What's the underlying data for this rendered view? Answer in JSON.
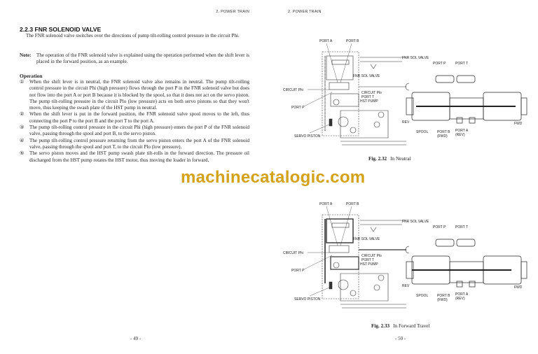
{
  "left_page": {
    "running_head": "2.  POWER TRAIN",
    "section_title": "2.2.3  FNR SOLENOID VALVE",
    "intro": "The FNR solenoid valve switches over the directions of pump tilt-rolling control pressure in the circuit Phi.",
    "note": {
      "label": "Note:",
      "text": "The operation of the FNR solenoid valve is explained using the operation performed when the shift lever is placed in the forward position, as an example."
    },
    "operation_heading": "Operation",
    "operation_steps": [
      {
        "num": "①",
        "text": "When the shift lever is in neutral, the FNR solenoid valve also remains in neutral. The pump tilt-rolling control pressure in the circuit Phi (high pressure) flows through the port P in the FNR solenoid valve but does not flow into the port A or port B because it is blocked by the spool, so that it does not act on the servo piston. The pump tilt-rolling pressure in the circuit Plo (low pressure) acts on both servo pistons so that they won't move, thus keeping the swash plate of the HST pump in neutral."
      },
      {
        "num": "②",
        "text": "When the shift lever is put in the forward position, the FNR solenoid valve spool moves to the left, thus connecting the port P to the port B and the port T to the port A."
      },
      {
        "num": "③",
        "text": "The pump tilt-rolling control pressure in the circuit Phi (high pressure) enters the port P of the FNR solenoid valve, passing through the spool and port B, to the servo piston."
      },
      {
        "num": "④",
        "text": "The pump tilt-rolling control pressure returning from the servo piston enters the port A of the FNR solenoid valve, passing through the spool and port T, to the circuit Plo (low pressure)."
      },
      {
        "num": "⑤",
        "text": "The servo piston moves and the HST pump swash plate tilt-rolls in the forward direction. The pressure oil discharged from the HST pump rotates the HST motor, thus moving the loader in forward."
      }
    ],
    "page_number": "- 49 -"
  },
  "watermark": "machinecatalogic.com",
  "right_page": {
    "running_head": "2.  POWER TRAIN",
    "figures": [
      {
        "number": "Fig. 2.32",
        "caption": "In Neutral",
        "circuit_labels": {
          "port_a": "PORT A",
          "port_b": "PORT B",
          "fnr_sol_valve": "FNR SOL VALVE",
          "circuit_phi": "CIRCUIT Phi",
          "circuit_plo": "CIRCUIT Plo",
          "port_t": "PORT T",
          "hst_pump": "HST PUMP",
          "port_p": "PORT P",
          "servo_piston": "SERVO PISTON"
        },
        "valve_labels": {
          "fnr_sol_valve": "FNR SOL VALVE",
          "port_p": "PORT P",
          "port_t": "PORT T",
          "rev": "REV",
          "fwd": "FWD",
          "spool": "SPOOL",
          "port_b": "PORT B",
          "port_b_sub": "(FWD)",
          "port_a": "PORT A",
          "port_a_sub": "(REV)"
        }
      },
      {
        "number": "Fig. 2.33",
        "caption": "In Forward Travel",
        "circuit_labels": {
          "port_a": "PORT A",
          "port_b": "PORT B",
          "fnr_sol_valve": "FNR SOL VALVE",
          "circuit_phi": "CIRCUIT Phi",
          "circuit_plo": "CIRCUIT Plo",
          "port_t": "PORT T",
          "hst_pump": "HST PUMP",
          "port_p": "PORT P",
          "servo_piston": "SERVO PISTON"
        },
        "valve_labels": {
          "fnr_sol_valve": "FNR SOL VALVE",
          "port_p": "PORT P",
          "port_t": "PORT T",
          "rev": "REV",
          "fwd": "FWD",
          "spool": "SPOOL",
          "port_b": "PORT B",
          "port_b_sub": "(FWD)",
          "port_a": "PORT A",
          "port_a_sub": "(REV)"
        }
      }
    ],
    "page_number": "- 50 -"
  }
}
